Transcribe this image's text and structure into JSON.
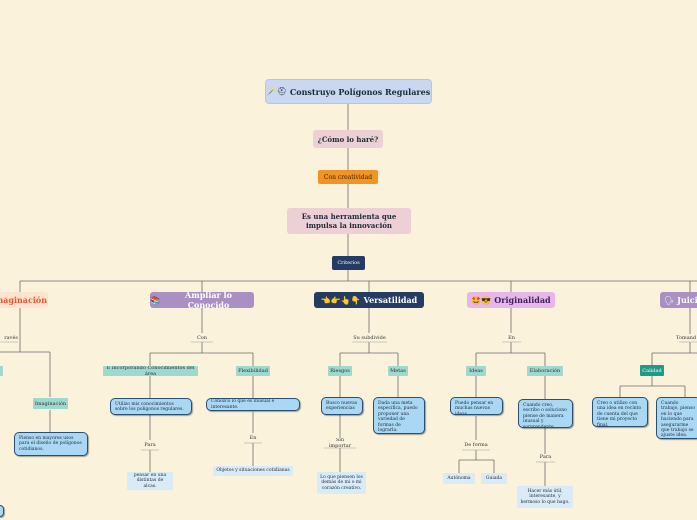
{
  "root": {
    "icons": "🪄⛑",
    "label": "Construyo Polígonos Regulares"
  },
  "como": "¿Cómo lo haré?",
  "con_creatividad": "Con  creatividad",
  "herramienta": "Es una herramienta que impulsa la innovación",
  "criterios": "Criterios",
  "branches": {
    "imaginacion": {
      "label": "Imaginación"
    },
    "ampliar": {
      "icon": "📚",
      "label": "Ampliar lo Conocido"
    },
    "versatilidad": {
      "icons": "👈👉👆👇",
      "label": "Versatilidad"
    },
    "originalidad": {
      "icons": "🤩😎",
      "label": "Originalidad"
    },
    "juicio": {
      "icon": "🗣",
      "label": "Juici"
    }
  },
  "imag": {
    "connector": "ravés",
    "imaginacion_node": "Imaginación",
    "imaginacion_text": "Pienso en mayores usos para el diseño de polígonos cotidianos."
  },
  "ampl": {
    "connector": "Con",
    "incorporando": "E incorporando Conocimientos del área",
    "incorp_text": "Utilizo mis conocimientos sobre los polígonos regulares.",
    "para": "Para",
    "para_text": "pensar en una distintas de alcas.",
    "flexibilidad": "Flexibilidad",
    "flex_text": "Conozco lo que es inusual e interesante.",
    "en": "En",
    "en_text": "Objetos y situaciones cotidianas"
  },
  "vers": {
    "connector": "Su subdivide",
    "riesgos": "Riesgos",
    "riesgos_text": "Busco nuevas experiencias",
    "sin_importar": "Sin importar",
    "sin_text": "Lo que piensen los demás de mi o mi corazón creativo.",
    "metas": "Metas",
    "metas_text": "Dada una meta específica, puedo proponer una variedad de formas de lograrla."
  },
  "orig": {
    "connector": "En",
    "ideas": "Ideas",
    "ideas_text": "Puedo pensar en muchas nuevas ideas",
    "de_forma": "De forma",
    "autonoma": "Autónoma",
    "guiada": "Guiada",
    "elaboracion": "Elaboración",
    "elab_text": "Cuando creo, escribo o soluciono piense de manera inusual y sorprendente.",
    "para": "Para",
    "para_text": "Hacer más útil, interesante, y hermoso lo que hago."
  },
  "juic": {
    "connector": "Tomand",
    "calidad": "Calidad",
    "calidad_text": "Creo o utilizo con una idea en recinto de cuenta del que tiene mi proyecto final.",
    "cuando_text": "Cuando trabajo, pienso en lo que haciendo para asegurarme que trabajo se ajuste idea."
  }
}
